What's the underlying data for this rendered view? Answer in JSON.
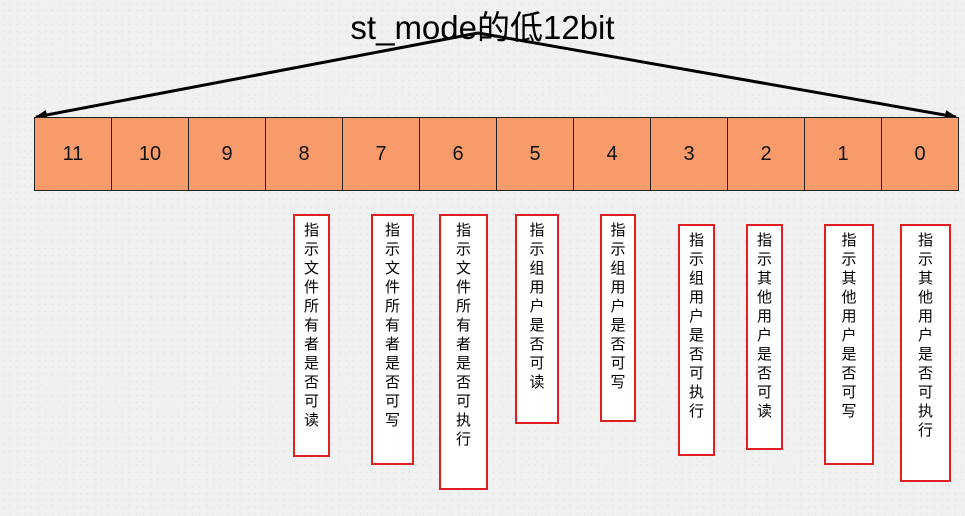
{
  "title": "st_mode的低12bit",
  "bits": [
    "11",
    "10",
    "9",
    "8",
    "7",
    "6",
    "5",
    "4",
    "3",
    "2",
    "1",
    "0"
  ],
  "descriptions": [
    {
      "bit": "8",
      "text": "指示文件所有者是否可读"
    },
    {
      "bit": "7",
      "text": "指示文件所有者是否可写"
    },
    {
      "bit": "6",
      "text": "指示文件所有者是否可执行"
    },
    {
      "bit": "5",
      "text": "指示组用户是否可读"
    },
    {
      "bit": "4",
      "text": "指示组用户是否可写"
    },
    {
      "bit": "3",
      "text": "指示组用户是否可执行"
    },
    {
      "bit": "2",
      "text": "指示其他用户是否可读"
    },
    {
      "bit": "1",
      "text": "指示其他用户是否可写"
    },
    {
      "bit": "0",
      "text": "指示其他用户是否可执行"
    }
  ],
  "colors": {
    "cell_fill": "#f89b6a",
    "cell_border": "#222222",
    "note_border": "#e02020",
    "arrow": "#000000"
  }
}
